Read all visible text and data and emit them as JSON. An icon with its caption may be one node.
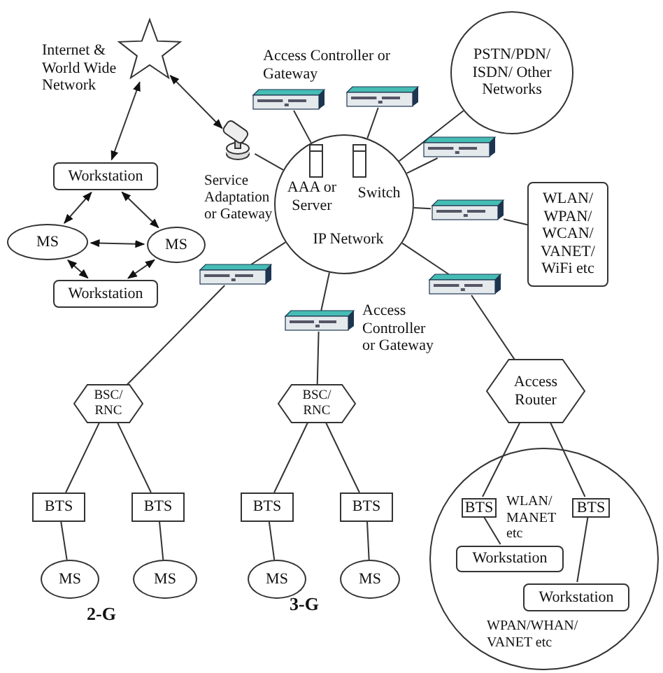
{
  "diagram": {
    "nodes": [
      {
        "text": [
          "Internet & World Wide Network"
        ]
      },
      {
        "text": [
          "Workstation"
        ]
      },
      {
        "text": [
          "MS"
        ]
      },
      {
        "text": [
          "MS"
        ]
      },
      {
        "text": [
          "Workstation"
        ]
      },
      {
        "text": [
          "Service Adaptation or Gateway"
        ]
      },
      {
        "text": [
          "AAA or Server",
          "Switch",
          "IP Network"
        ]
      },
      {
        "text": [],
        "shape": "picture"
      },
      {
        "text": [],
        "shape": "picture"
      },
      {
        "text": [],
        "shape": "picture"
      },
      {
        "text": [],
        "shape": "picture"
      },
      {
        "text": [
          "WLAN/ WPAN/ WCAN/ VANET/ WiFi etc"
        ]
      },
      {
        "text": [
          "PSTN/PDN/ ISDN/ Other Networks"
        ]
      },
      {
        "text": [],
        "shape": "picture"
      },
      {
        "text": [],
        "shape": "picture"
      },
      {
        "text": [],
        "shape": "picture",
        "beside": [
          "Access Controller or Gateway"
        ]
      },
      {
        "text": [
          "BSC/ RNC"
        ]
      },
      {
        "text": [
          "BSC/ RNC"
        ]
      },
      {
        "text": [
          "Access Router"
        ]
      },
      {
        "text": [
          "WLAN/ MANET etc",
          "WPAN/WHAN/ VANET etc"
        ]
      },
      {
        "text": [
          "BTS"
        ]
      },
      {
        "text": [
          "MS"
        ]
      },
      {
        "text": [
          "BTS"
        ]
      },
      {
        "text": [
          "MS"
        ]
      },
      {
        "text": [
          "BTS"
        ]
      },
      {
        "text": [
          "MS"
        ]
      },
      {
        "text": [
          "BTS"
        ]
      },
      {
        "text": [
          "MS"
        ]
      },
      {
        "text": [
          "BTS"
        ],
        "in": 19
      },
      {
        "text": [
          "BTS"
        ],
        "in": 19
      },
      {
        "text": [
          "Workstation"
        ],
        "in": 19
      },
      {
        "text": [
          "Workstation"
        ],
        "in": 19
      }
    ],
    "edges": [
      {
        "from": 0,
        "to": 1,
        "arrow": "both"
      },
      {
        "from": 0,
        "to": 5,
        "arrow": "both"
      },
      {
        "from": 1,
        "to": 2,
        "arrow": "both"
      },
      {
        "from": 1,
        "to": 3,
        "arrow": "both"
      },
      {
        "from": 2,
        "to": 3,
        "arrow": "both"
      },
      {
        "from": 2,
        "to": 4,
        "arrow": "both"
      },
      {
        "from": 3,
        "to": 4,
        "arrow": "both"
      },
      {
        "from": 5,
        "to": 6,
        "arrow": "none"
      },
      {
        "from": 6,
        "to": 7,
        "arrow": "none"
      },
      {
        "from": 6,
        "to": 8,
        "arrow": "none"
      },
      {
        "from": 6,
        "to": 12,
        "arrow": "none"
      },
      {
        "from": 6,
        "to": 9,
        "arrow": "none"
      },
      {
        "from": 6,
        "to": 10,
        "arrow": "none"
      },
      {
        "from": 10,
        "to": 11,
        "arrow": "none"
      },
      {
        "from": 6,
        "to": 13,
        "arrow": "none"
      },
      {
        "from": 13,
        "to": 18,
        "arrow": "none"
      },
      {
        "from": 6,
        "to": 14,
        "arrow": "none"
      },
      {
        "from": 14,
        "to": 16,
        "arrow": "none"
      },
      {
        "from": 6,
        "to": 15,
        "arrow": "none"
      },
      {
        "from": 15,
        "to": 17,
        "arrow": "none"
      },
      {
        "from": 16,
        "to": 20,
        "arrow": "none"
      },
      {
        "from": 16,
        "to": 22,
        "arrow": "none"
      },
      {
        "from": 20,
        "to": 21,
        "arrow": "none"
      },
      {
        "from": 22,
        "to": 23,
        "arrow": "none"
      },
      {
        "from": 17,
        "to": 24,
        "arrow": "none"
      },
      {
        "from": 17,
        "to": 26,
        "arrow": "none"
      },
      {
        "from": 24,
        "to": 25,
        "arrow": "none"
      },
      {
        "from": 26,
        "to": 27,
        "arrow": "none"
      },
      {
        "from": 18,
        "to": 28,
        "arrow": "none"
      },
      {
        "from": 18,
        "to": 29,
        "arrow": "none"
      },
      {
        "from": 28,
        "to": 30,
        "arrow": "none"
      },
      {
        "from": 29,
        "to": 31,
        "arrow": "none"
      }
    ],
    "labels": [
      "Access Controller or Gateway",
      "2-G",
      "3-G"
    ]
  }
}
